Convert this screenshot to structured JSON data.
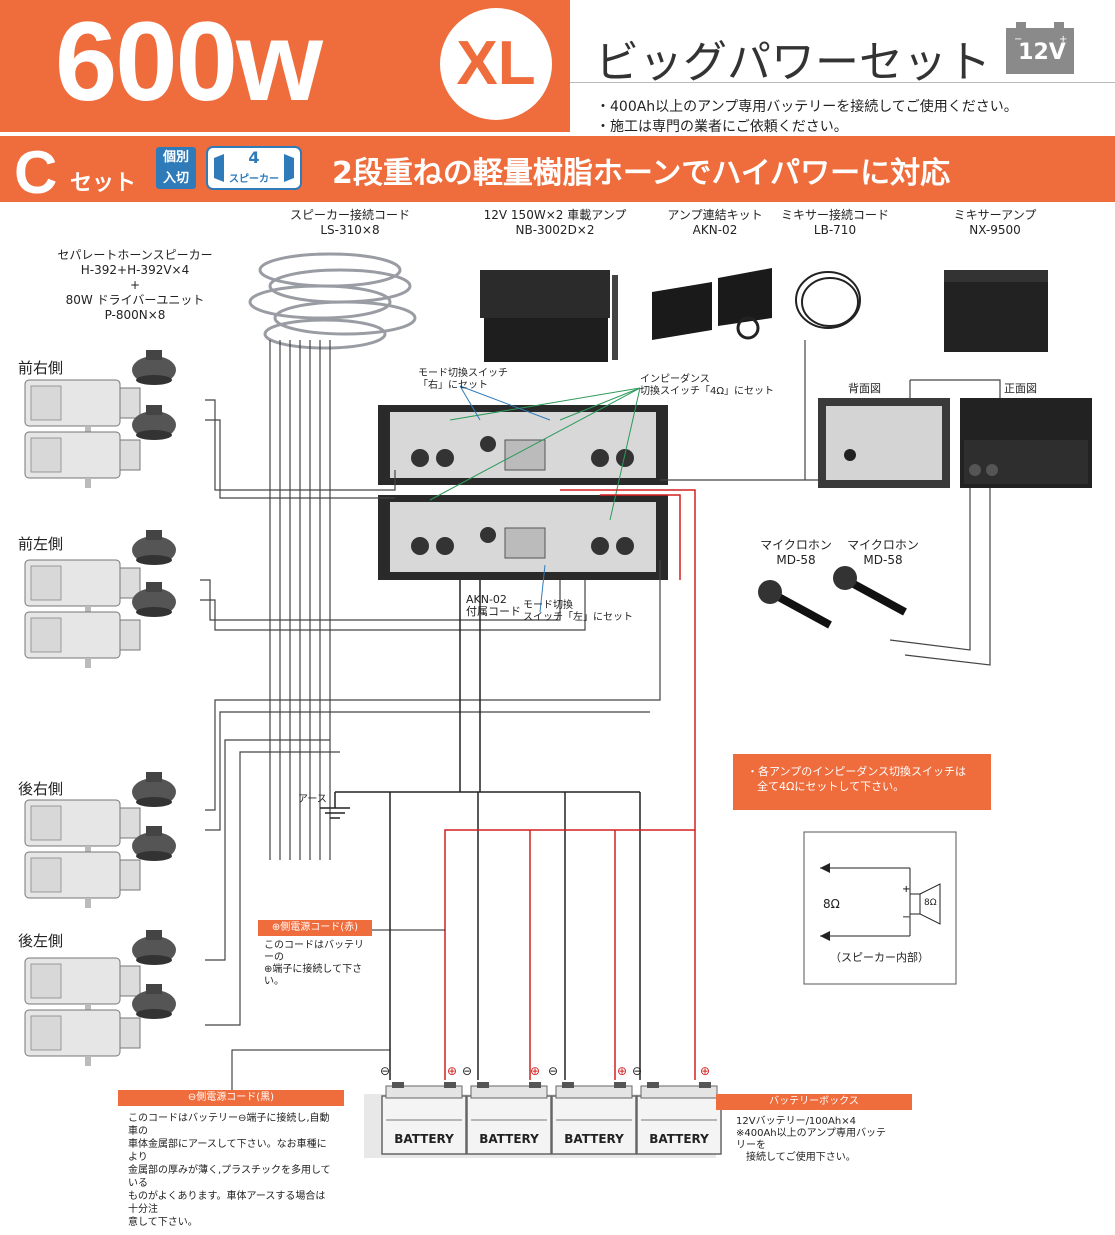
{
  "header": {
    "watt": "600w",
    "xl": "XL",
    "subtitle": "ビッグパワーセット",
    "voltage_badge": "12V",
    "notes": [
      "・400Ah以上のアンプ専用バッテリーを接続してご使用ください。",
      "・施工は専門の業者にご依頼ください。"
    ]
  },
  "set_bar": {
    "letter": "C",
    "set_label": "セット",
    "kobetsu_top": "個別",
    "kobetsu_bottom": "入切",
    "speaker_count": "4",
    "speaker_label": "スピーカー",
    "title": "2段重ねの軽量樹脂ホーンでハイパワーに対応"
  },
  "components": {
    "speaker": [
      "セパレートホーンスピーカー",
      "H-392+H-392V×4",
      "+",
      "80W ドライバーユニット",
      "P-800N×8"
    ],
    "cable": [
      "スピーカー接続コード",
      "LS-310×8"
    ],
    "amp": [
      "12V 150W×2 車載アンプ",
      "NB-3002D×2"
    ],
    "kit": [
      "アンプ連結キット",
      "AKN-02"
    ],
    "mixer_cable": [
      "ミキサー接続コード",
      "LB-710"
    ],
    "mixer_amp": [
      "ミキサーアンプ",
      "NX-9500"
    ]
  },
  "positions": [
    "前右側",
    "前左側",
    "後右側",
    "後左側"
  ],
  "annotations": {
    "mode_right": [
      "モード切換スイッチ",
      "「右」にセット"
    ],
    "impedance": [
      "インピーダンス",
      "切換スイッチ「4Ω」にセット"
    ],
    "back_view": "背面図",
    "front_view": "正面図",
    "akn_cord": [
      "AKN-02",
      "付属コード"
    ],
    "mode_left": [
      "モード切換",
      "スイッチ「左」にセット"
    ],
    "mic1": [
      "マイクロホン",
      "MD-58"
    ],
    "mic2": [
      "マイクロホン",
      "MD-58"
    ],
    "earth": "アース",
    "impedance_note": [
      "・各アンプのインピーダンス切換スイッチは",
      "全て4Ωにセットして下さい。"
    ],
    "ohm": "8Ω",
    "speaker_inner_ohm": "8Ω",
    "speaker_inner": "（スピーカー内部）"
  },
  "pos_cord": {
    "head": "⊕側電源コード(赤)",
    "body": [
      "このコードはバッテリーの",
      "⊕端子に接続して下さい。"
    ]
  },
  "neg_cord": {
    "head": "⊖側電源コード(黒)",
    "body": [
      "このコードはバッテリー⊖端子に接続し,自動車の",
      "車体金属部にアースして下さい。なお車種により",
      "金属部の厚みが薄く,プラスチックを多用している",
      "ものがよくあります。車体アースする場合は十分注",
      "意して下さい。"
    ]
  },
  "battery_box": {
    "head": "バッテリーボックス",
    "body": [
      "12Vバッテリー/100Ah×4",
      "※400Ah以上のアンプ専用バッテリーを",
      "　接続してご使用下さい。"
    ]
  },
  "battery_label": "BATTERY",
  "terminal_minus": "⊖",
  "terminal_plus": "⊕",
  "colors": {
    "accent": "#ef6c3c",
    "blue": "#2f7ab8",
    "red_wire": "#d42020"
  }
}
